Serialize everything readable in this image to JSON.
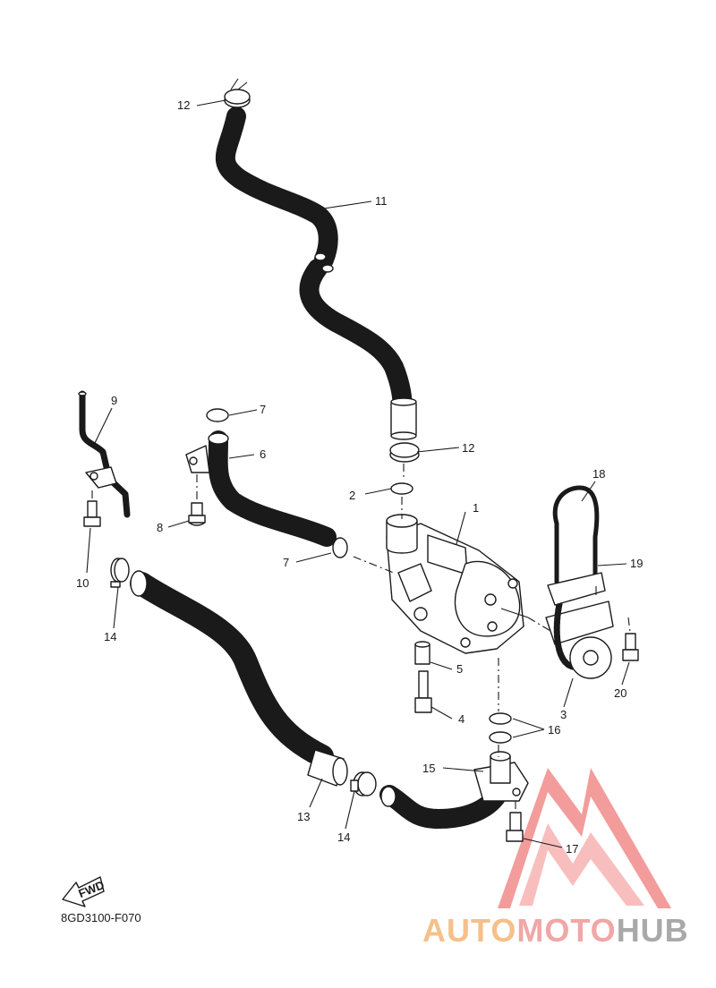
{
  "callouts": [
    {
      "num": "1"
    },
    {
      "num": "2"
    },
    {
      "num": "3"
    },
    {
      "num": "4"
    },
    {
      "num": "5"
    },
    {
      "num": "6"
    },
    {
      "num": "7"
    },
    {
      "num": "7"
    },
    {
      "num": "8"
    },
    {
      "num": "9"
    },
    {
      "num": "10"
    },
    {
      "num": "11"
    },
    {
      "num": "12"
    },
    {
      "num": "12"
    },
    {
      "num": "13"
    },
    {
      "num": "14"
    },
    {
      "num": "14"
    },
    {
      "num": "15"
    },
    {
      "num": "16"
    },
    {
      "num": "17"
    },
    {
      "num": "18"
    },
    {
      "num": "19"
    },
    {
      "num": "20"
    }
  ],
  "fwd_label": "FWD",
  "diagram_code": "8GD3100-F070",
  "watermark": {
    "part1": "AUTO",
    "part2": "MOTO",
    "part3": "HUB",
    "color_auto": "#f5c08a",
    "color_moto": "#f2a6a6",
    "color_hub": "#a9a9a9",
    "triangle_color": "#f28b8b"
  }
}
